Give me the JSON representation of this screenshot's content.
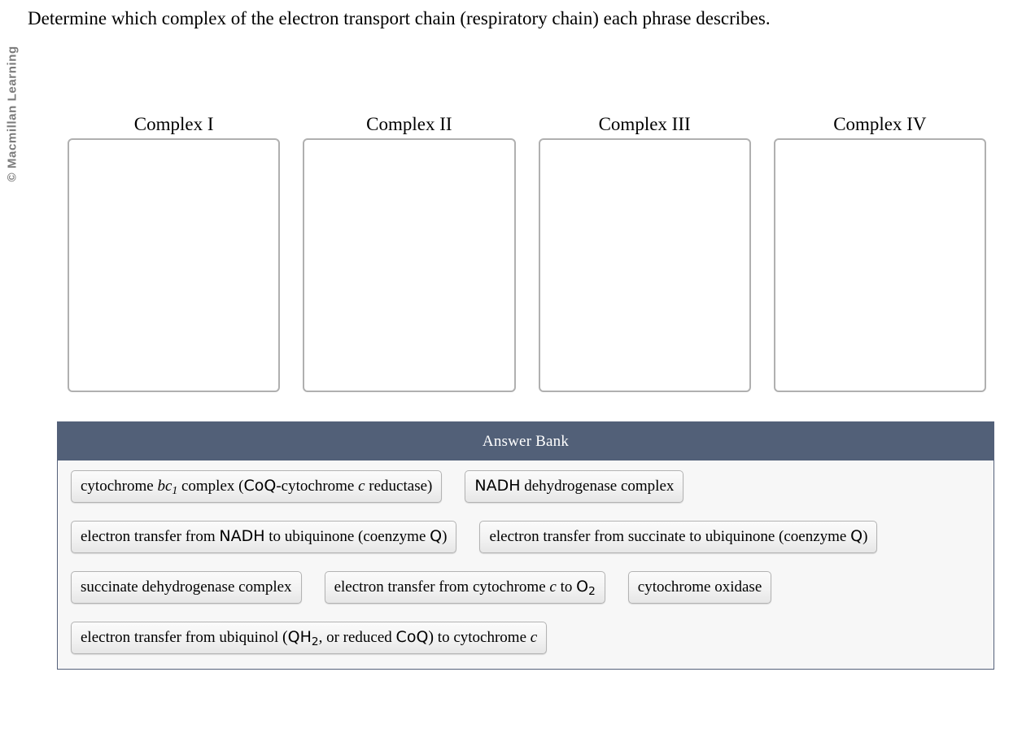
{
  "watermark": {
    "text": "© Macmillan Learning",
    "color": "#7b7b7b"
  },
  "prompt": {
    "text": "Determine which complex of the electron transport chain (respiratory chain) each phrase describes."
  },
  "dropzones": {
    "boxes": [
      {
        "label": "Complex I",
        "contents": []
      },
      {
        "label": "Complex II",
        "contents": []
      },
      {
        "label": "Complex III",
        "contents": []
      },
      {
        "label": "Complex IV",
        "contents": []
      }
    ],
    "border_color": "#b0b0b0",
    "background": "#ffffff"
  },
  "answer_bank": {
    "header_label": "Answer Bank",
    "header_color": "#526078",
    "header_text_color": "#ffffff",
    "body_background": "#f7f7f7",
    "border_color": "#55617a",
    "rows": [
      {
        "tiles": [
          {
            "id": "tile-cytochrome-bc1-complex",
            "text": "cytochrome bc1 complex (CoQ-cytochrome c reductase)"
          },
          {
            "id": "tile-nadh-dehydrogenase-complex",
            "text": "NADH dehydrogenase complex"
          }
        ]
      },
      {
        "tiles": [
          {
            "id": "tile-electron-transfer-nadh-to-ubiquinone",
            "text": "electron transfer from NADH to ubiquinone (coenzyme Q)"
          },
          {
            "id": "tile-electron-transfer-succinate-to-ubiquinone",
            "text": "electron transfer from succinate to ubiquinone (coenzyme Q)"
          }
        ]
      },
      {
        "tiles": [
          {
            "id": "tile-succinate-dehydrogenase-complex",
            "text": "succinate dehydrogenase complex"
          },
          {
            "id": "tile-electron-transfer-cytochrome-c-to-o2",
            "text": "electron transfer from cytochrome c to O2"
          },
          {
            "id": "tile-cytochrome-oxidase",
            "text": "cytochrome oxidase"
          }
        ]
      },
      {
        "tiles": [
          {
            "id": "tile-electron-transfer-ubiquinol-to-cytochrome-c",
            "text": "electron transfer from ubiquinol (QH2, or reduced CoQ) to cytochrome c"
          }
        ]
      }
    ]
  }
}
